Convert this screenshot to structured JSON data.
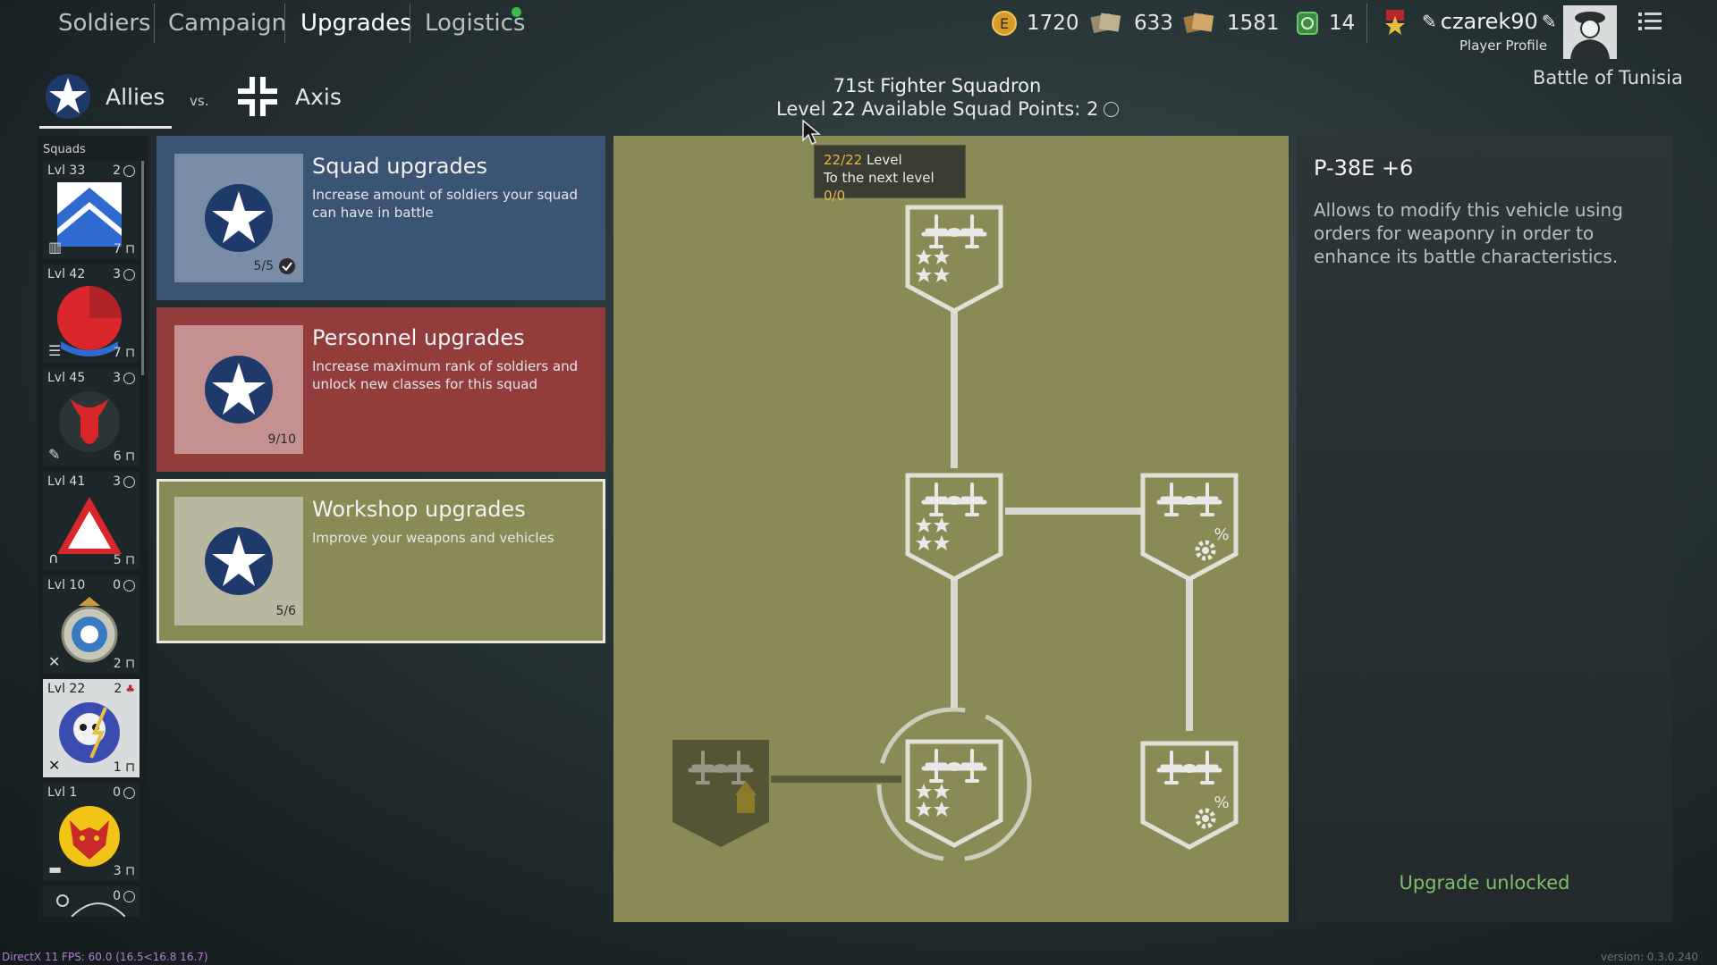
{
  "nav": {
    "tabs": [
      {
        "label": "Soldiers"
      },
      {
        "label": "Campaign"
      },
      {
        "label": "Upgrades"
      },
      {
        "label": "Logistics"
      }
    ]
  },
  "resources": {
    "gold": "1720",
    "silver_orders": "633",
    "gold_orders": "1581",
    "time_tickets": "14"
  },
  "player": {
    "name": "czarek90",
    "profile_label": "Player Profile"
  },
  "campaign_name": "Battle of Tunisia",
  "factions": {
    "allies": "Allies",
    "vs": "vs.",
    "axis": "Axis"
  },
  "squad_header": {
    "name": "71st Fighter Squadron",
    "level_label": "Level",
    "level_value": "22",
    "points_label": "Available Squad Points: 2"
  },
  "squads": {
    "label": "Squads",
    "items": [
      {
        "level": "Lvl 33",
        "points": "2",
        "count": "7"
      },
      {
        "level": "Lvl 42",
        "points": "3",
        "count": "7"
      },
      {
        "level": "Lvl 45",
        "points": "3",
        "count": "6"
      },
      {
        "level": "Lvl 41",
        "points": "3",
        "count": "5"
      },
      {
        "level": "Lvl 10",
        "points": "0",
        "count": "2"
      },
      {
        "level": "Lvl 22",
        "points": "2",
        "count": "1"
      },
      {
        "level": "Lvl 1",
        "points": "0",
        "count": "3"
      },
      {
        "level": "",
        "points": "0",
        "count": ""
      }
    ]
  },
  "categories": {
    "squad": {
      "title": "Squad upgrades",
      "desc": "Increase amount of soldiers your squad can have in battle",
      "progress": "5/5"
    },
    "personnel": {
      "title": "Personnel upgrades",
      "desc": "Increase maximum rank of soldiers and unlock new classes for this squad",
      "progress": "9/10"
    },
    "workshop": {
      "title": "Workshop upgrades",
      "desc": "Improve your weapons and vehicles",
      "progress": "5/6"
    }
  },
  "tooltip": {
    "level_current": "22/22",
    "level_label": "Level",
    "next_label": "To the next level",
    "next_value": "0/0"
  },
  "detail": {
    "title": "P-38E +6",
    "desc": "Allows to modify this vehicle using orders for weaponry in order to enhance its battle characteristics.",
    "status": "Upgrade unlocked"
  },
  "footer": {
    "fps": "DirectX 11 FPS: 60.0 (16.5<16.8 16.7)",
    "version": "version: 0.3.0.240"
  },
  "colors": {
    "tree_bg": "#8a8a56",
    "squad_card": "#3b5474",
    "personnel_card": "#923c3c",
    "workshop_card": "#8a8a56",
    "unlocked_text": "#7fbf6a",
    "tooltip_highlight": "#e6b84a"
  }
}
